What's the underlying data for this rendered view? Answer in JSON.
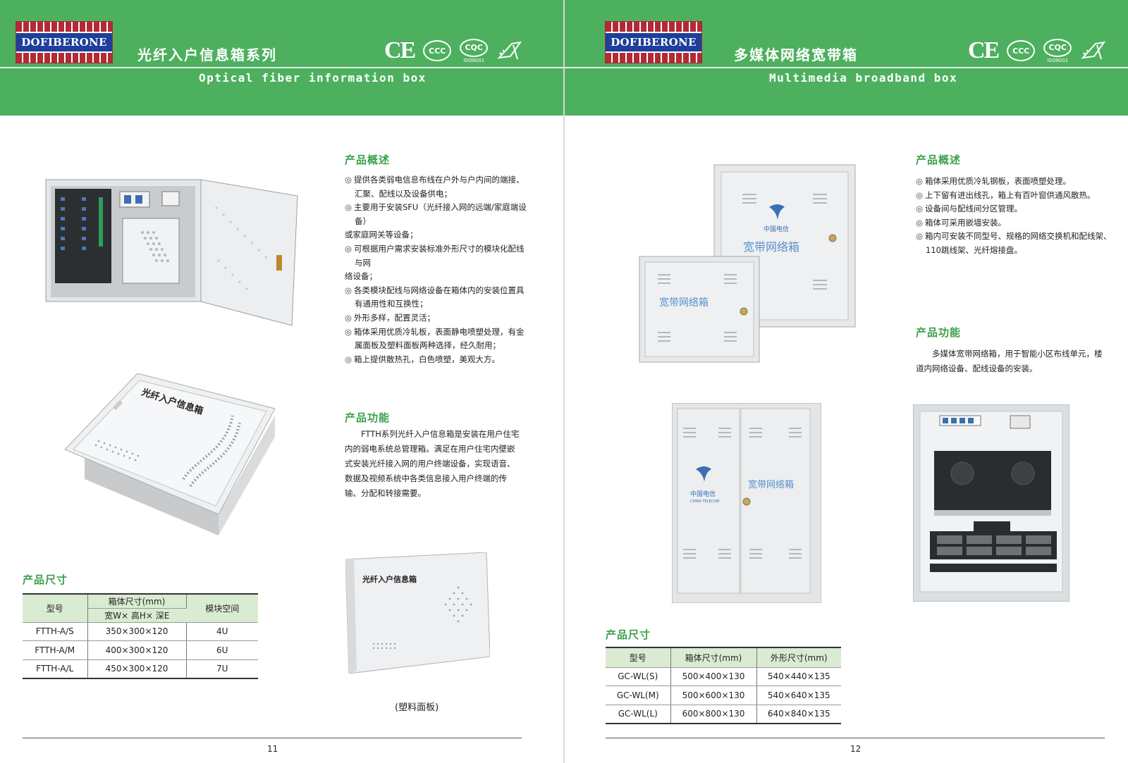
{
  "left": {
    "brand": "DOFIBERONE",
    "series_title": "光纤入户信息箱系列",
    "series_subtitle": "Optical fiber information box",
    "certs": {
      "ce": "CE",
      "ccc": "CCC",
      "cqc": "CQC",
      "iso": "ISO9001"
    },
    "overview_title": "产品概述",
    "overview": [
      {
        "type": "b",
        "text": "提供各类弱电信息布线在户外与户内间的端接、汇聚、配线以及设备供电；"
      },
      {
        "type": "b",
        "text": "主要用于安装SFU（光纤接入网的远端/家庭端设备）"
      },
      {
        "type": "c",
        "text": "或家庭网关等设备；"
      },
      {
        "type": "b",
        "text": "可根据用户需求安装标准外形尺寸的模块化配线与网"
      },
      {
        "type": "c",
        "text": "络设备；"
      },
      {
        "type": "b",
        "text": "各类模块配线与网络设备在箱体内的安装位置具有通用性和互换性；"
      },
      {
        "type": "b",
        "text": "外形多样，配置灵活；"
      },
      {
        "type": "b",
        "text": "箱体采用优质冷轧板，表面静电喷塑处理，有金属面板及塑料面板两种选择，经久耐用；"
      },
      {
        "type": "b",
        "text": "箱上提供散热孔，白色喷塑，美观大方。"
      }
    ],
    "function_title": "产品功能",
    "function_text": "FTTH系列光纤入户信息箱是安装在用户住宅内的弱电系统总管理箱。满足在用户住宅内壁嵌式安装光纤接入网的用户终端设备，实现语音、数据及视频系统中各类信息接入用户终端的传输、分配和转接需要。",
    "box_label": "光纤入户信息箱",
    "plastic_caption": "(塑料面板)",
    "size_title": "产品尺寸",
    "table": {
      "h_model": "型号",
      "h_size": "箱体尺寸(mm)",
      "h_size_sub": "宽W× 高H× 深E",
      "h_space": "模块空间",
      "rows": [
        {
          "model": "FTTH-A/S",
          "size": "350×300×120",
          "space": "4U"
        },
        {
          "model": "FTTH-A/M",
          "size": "400×300×120",
          "space": "6U"
        },
        {
          "model": "FTTH-A/L",
          "size": "450×300×120",
          "space": "7U"
        }
      ]
    },
    "page_number": "11"
  },
  "right": {
    "brand": "DOFIBERONE",
    "series_title": "多媒体网络宽带箱",
    "series_subtitle": "Multimedia broadband box",
    "certs": {
      "ce": "CE",
      "ccc": "CCC",
      "cqc": "CQC",
      "iso": "ISO9001"
    },
    "overview_title": "产品概述",
    "overview": [
      {
        "type": "b",
        "text": "箱体采用优质冷轧钢板，表面喷塑处理。"
      },
      {
        "type": "b",
        "text": "上下留有进出线孔，箱上有百叶窗供通风散热。"
      },
      {
        "type": "b",
        "text": "设备间与配线间分区管理。"
      },
      {
        "type": "b",
        "text": "箱体可采用嵌墙安装。"
      },
      {
        "type": "b",
        "text": "箱内可安装不同型号、规格的网络交换机和配线架、110跳线架、光纤熔接盘。"
      }
    ],
    "function_title": "产品功能",
    "function_text": "多媒体宽带网络箱，用于智能小区布线单元，楼道内网络设备、配线设备的安装。",
    "box_label": "宽带网络箱",
    "telecom_cn": "中国电信",
    "telecom_en": "CHINA TELECOM",
    "size_title": "产品尺寸",
    "table": {
      "h_model": "型号",
      "h_box": "箱体尺寸(mm)",
      "h_outer": "外形尺寸(mm)",
      "rows": [
        {
          "model": "GC-WL(S)",
          "box": "500×400×130",
          "outer": "540×440×135"
        },
        {
          "model": "GC-WL(M)",
          "box": "500×600×130",
          "outer": "540×640×135"
        },
        {
          "model": "GC-WL(L)",
          "box": "600×800×130",
          "outer": "640×840×135"
        }
      ]
    },
    "page_number": "12"
  }
}
